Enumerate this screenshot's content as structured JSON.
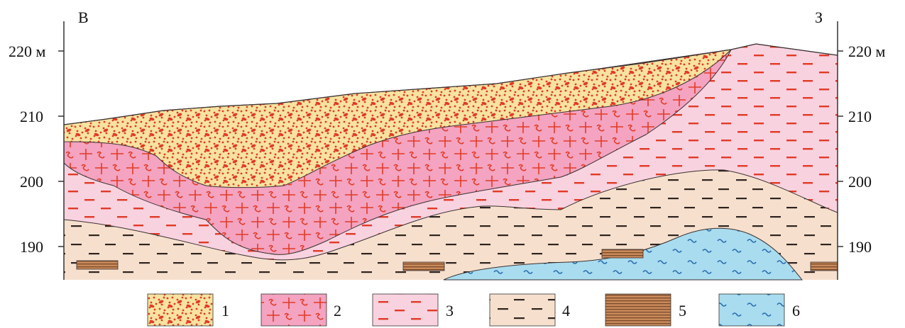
{
  "section": {
    "left_dir": "В",
    "right_dir": "З",
    "left_axis": [
      "220 м",
      "210",
      "200",
      "190"
    ],
    "right_axis": [
      "220 м",
      "210",
      "200",
      "190"
    ]
  },
  "units": [
    {
      "number": "1",
      "pattern": "gravel",
      "fill": "#f7e3a0",
      "mark": "#e23a26"
    },
    {
      "number": "2",
      "pattern": "cross",
      "fill": "#f4a3c0",
      "mark": "#e23a26"
    },
    {
      "number": "3",
      "pattern": "dash-red",
      "fill": "#f9d2e0",
      "mark": "#e23a26"
    },
    {
      "number": "4",
      "pattern": "dash-dark",
      "fill": "#f6e0cd",
      "mark": "#2e2320"
    },
    {
      "number": "5",
      "pattern": "lines-brown",
      "fill": "#c98a5a",
      "mark": "#7a4a2a"
    },
    {
      "number": "6",
      "pattern": "wave",
      "fill": "#a9dcef",
      "mark": "#2a6fb0"
    }
  ]
}
